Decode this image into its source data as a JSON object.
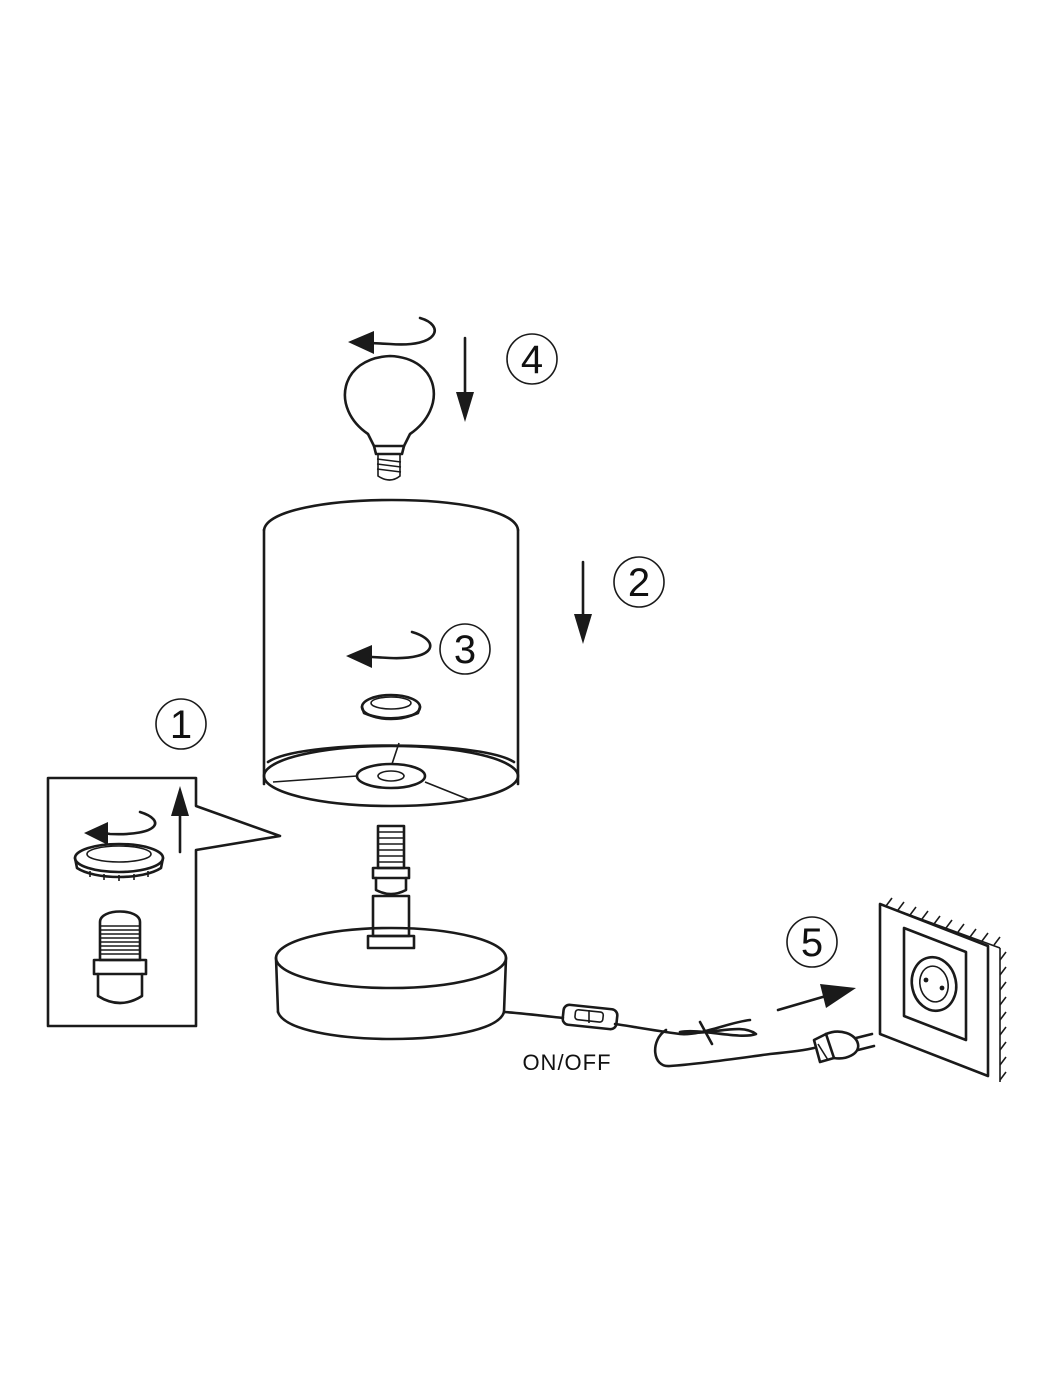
{
  "steps": [
    {
      "number": "1"
    },
    {
      "number": "2"
    },
    {
      "number": "3"
    },
    {
      "number": "4"
    },
    {
      "number": "5"
    }
  ],
  "switch_label": "ON/OFF"
}
